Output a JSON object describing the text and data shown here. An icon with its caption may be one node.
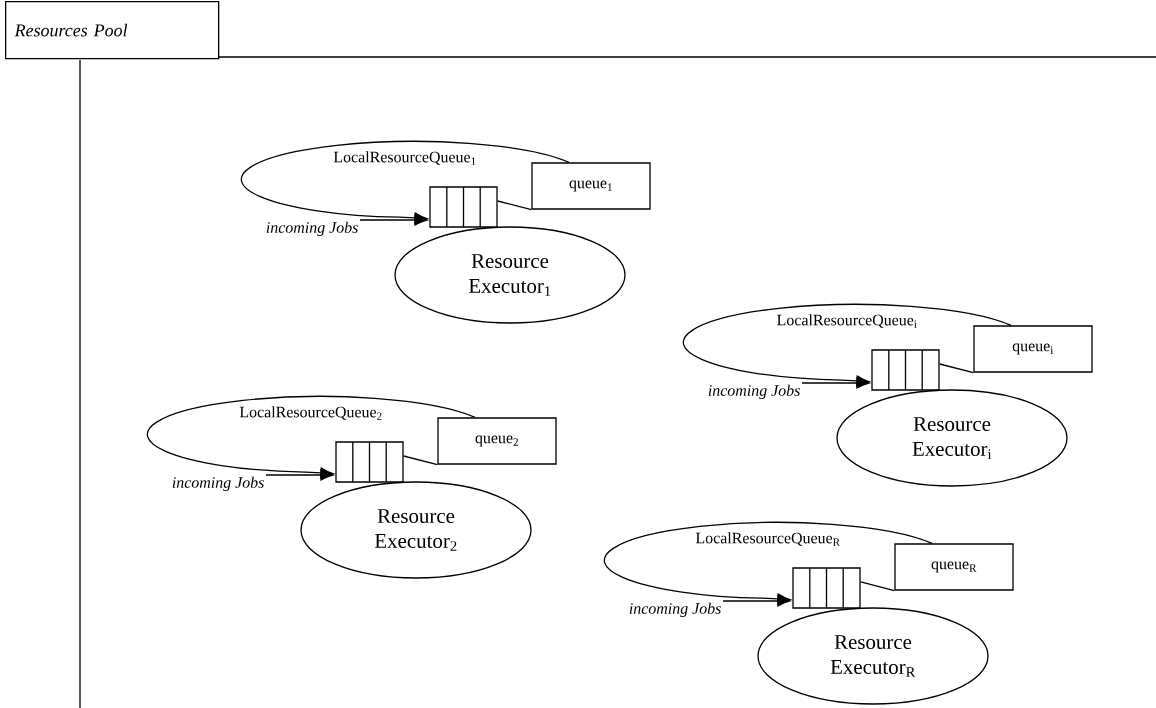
{
  "diagram": {
    "nodes": [
      {
        "text": [
          "*Resources Pool*"
        ]
      },
      {
        "text": [
          "queue$_{1}$"
        ]
      },
      {
        "text": [],
        "shape": "box"
      },
      {
        "text": [
          "*incoming Jobs*"
        ]
      },
      {
        "text": [
          "Resource Executor$_{1}$"
        ]
      },
      {
        "text": [
          "queue$_{i}$"
        ]
      },
      {
        "text": [],
        "shape": "box"
      },
      {
        "text": [
          "*incoming Jobs*"
        ]
      },
      {
        "text": [
          "Resource Executor$_{i}$"
        ]
      },
      {
        "text": [
          "queue$_{2}$"
        ]
      },
      {
        "text": [],
        "shape": "box"
      },
      {
        "text": [
          "*incoming Jobs*"
        ]
      },
      {
        "text": [
          "Resource Executor$_{2}$"
        ]
      },
      {
        "text": [
          "queue$_{R}$"
        ]
      },
      {
        "text": [],
        "shape": "box"
      },
      {
        "text": [
          "*incoming Jobs*"
        ]
      },
      {
        "text": [
          "Resource Executor$_{R}$"
        ]
      }
    ],
    "edges": [
      {
        "from": 1,
        "to": 2,
        "label": "LocalResourceQueue$_{1}$",
        "arrow": "to"
      },
      {
        "from": 1,
        "to": 2,
        "arrow": "none"
      },
      {
        "from": 3,
        "to": 2,
        "arrow": "to"
      },
      {
        "from": 5,
        "to": 6,
        "label": "LocalResourceQueue$_{i}$",
        "arrow": "to"
      },
      {
        "from": 5,
        "to": 6,
        "arrow": "none"
      },
      {
        "from": 7,
        "to": 6,
        "arrow": "to"
      },
      {
        "from": 9,
        "to": 10,
        "label": "LocalResourceQueue$_{2}$",
        "arrow": "to"
      },
      {
        "from": 9,
        "to": 10,
        "arrow": "none"
      },
      {
        "from": 11,
        "to": 10,
        "arrow": "to"
      },
      {
        "from": 13,
        "to": 14,
        "label": "LocalResourceQueue$_{R}$",
        "arrow": "to"
      },
      {
        "from": 13,
        "to": 14,
        "arrow": "none"
      },
      {
        "from": 15,
        "to": 14,
        "arrow": "to"
      }
    ]
  }
}
